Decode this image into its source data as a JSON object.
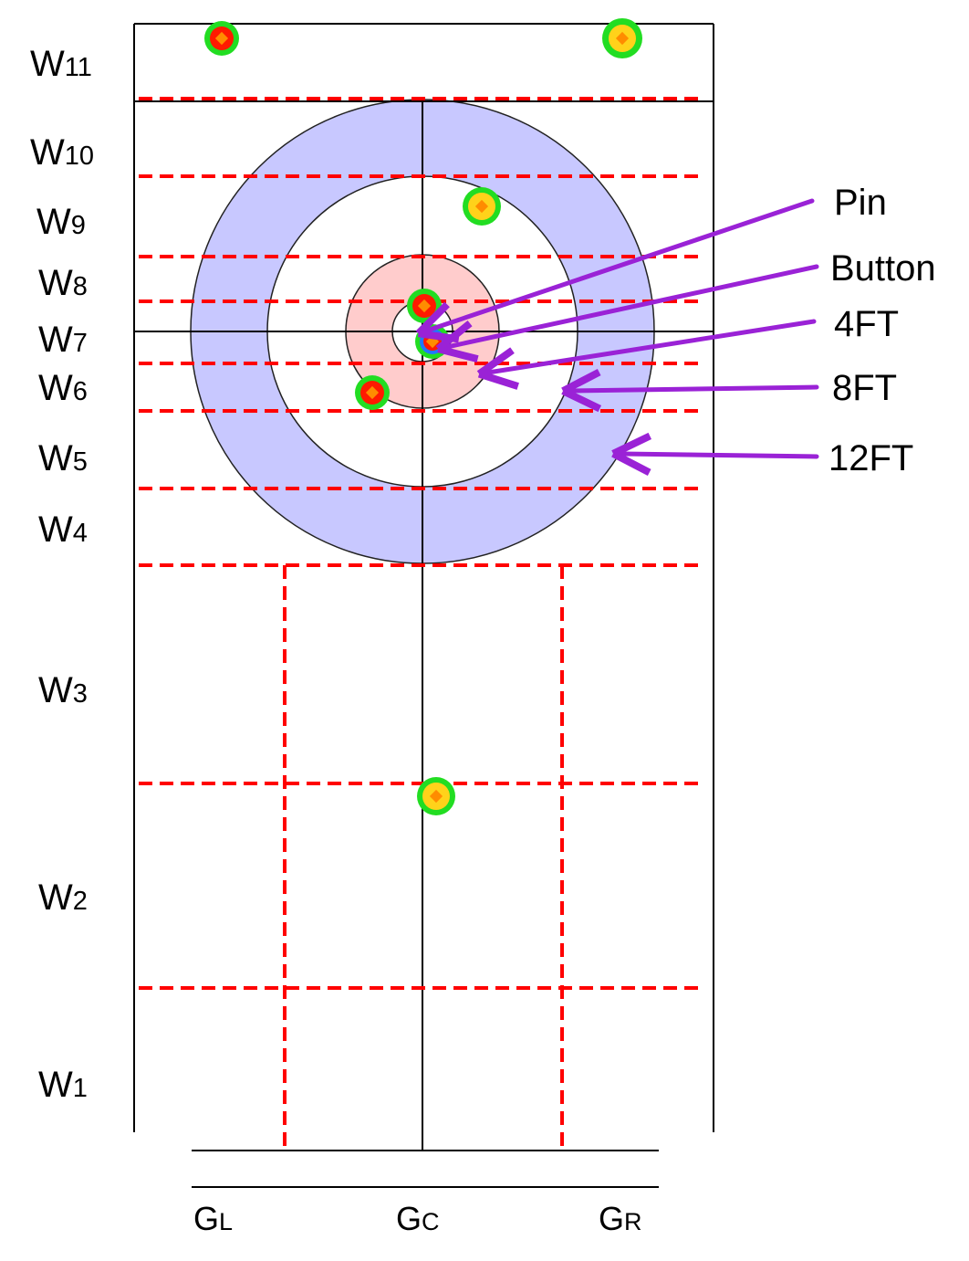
{
  "colors": {
    "sheet_line": "#000000",
    "zone_divider": "#ff0000",
    "ring_12ft": "#c8c8ff",
    "ring_4ft": "#ffcccc",
    "house_center": "#ffffff",
    "callout_arrow": "#9a22d6",
    "stone_halo": "#22dd22",
    "stone_red": "#ff1a00",
    "stone_yellow": "#ffd21a",
    "stone_mark": "#ff8c00",
    "pin_marker": "#2277ff"
  },
  "row_labels": [
    {
      "letter": "W",
      "index": "11"
    },
    {
      "letter": "W",
      "index": "10"
    },
    {
      "letter": "W",
      "index": "9"
    },
    {
      "letter": "W",
      "index": "8"
    },
    {
      "letter": "W",
      "index": "7"
    },
    {
      "letter": "W",
      "index": "6"
    },
    {
      "letter": "W",
      "index": "5"
    },
    {
      "letter": "W",
      "index": "4"
    },
    {
      "letter": "W",
      "index": "3"
    },
    {
      "letter": "W",
      "index": "2"
    },
    {
      "letter": "W",
      "index": "1"
    }
  ],
  "column_labels": [
    {
      "letter": "G",
      "index": "L"
    },
    {
      "letter": "G",
      "index": "C"
    },
    {
      "letter": "G",
      "index": "R"
    }
  ],
  "callouts": [
    {
      "label": "Pin",
      "target": "pin"
    },
    {
      "label": "Button",
      "target": "button"
    },
    {
      "label": "4FT",
      "target": "4ft-ring"
    },
    {
      "label": "8FT",
      "target": "8ft-ring"
    },
    {
      "label": "12FT",
      "target": "12ft-ring"
    }
  ],
  "stones": [
    {
      "color": "red",
      "row": "W11",
      "column": "left edge"
    },
    {
      "color": "yellow",
      "row": "W11",
      "column": "right edge"
    },
    {
      "color": "yellow",
      "row": "W9",
      "column": "GC right"
    },
    {
      "color": "red",
      "row": "W8",
      "column": "GC"
    },
    {
      "color": "red",
      "row": "W7",
      "column": "GC (on button)"
    },
    {
      "color": "red",
      "row": "W6",
      "column": "GC left"
    },
    {
      "color": "yellow",
      "row": "W2/W3 border",
      "column": "GC"
    }
  ]
}
